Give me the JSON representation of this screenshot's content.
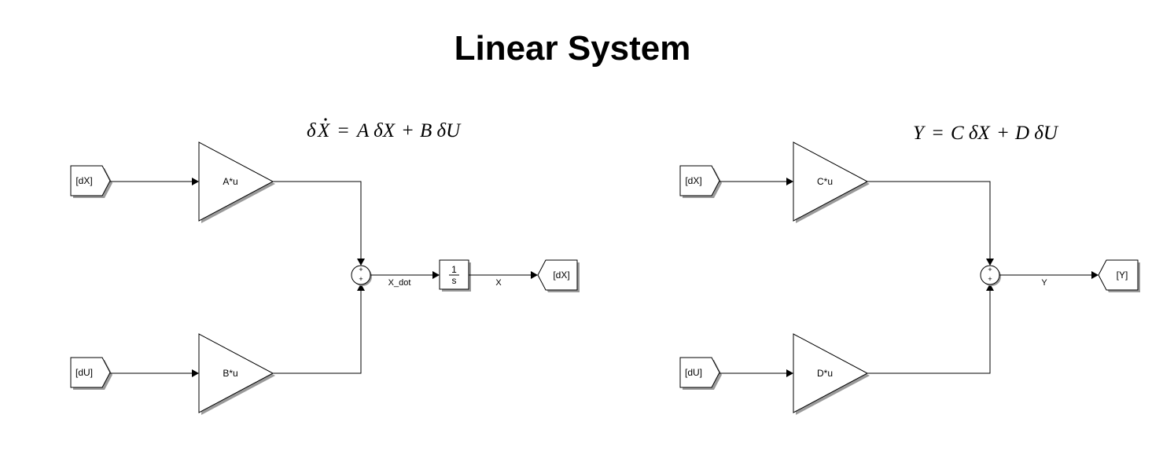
{
  "title": "Linear System",
  "state_equation": {
    "lhs_delta": "δ",
    "lhs_var": "X",
    "eq_sign": "=",
    "term1": "A δX",
    "plus": "+",
    "term2": "B δU"
  },
  "output_equation": {
    "lhs_var": "Y",
    "eq_sign": "=",
    "term1": "C δX",
    "plus": "+",
    "term2": "D δU"
  },
  "state_subsystem": {
    "from_dx": "[dX]",
    "from_du": "[dU]",
    "gain_a": "A*u",
    "gain_b": "B*u",
    "sum_signs": [
      "+",
      "+"
    ],
    "signal_xdot": "X_dot",
    "integrator_num": "1",
    "integrator_den": "s",
    "signal_x": "X",
    "goto_dx": "[dX]"
  },
  "output_subsystem": {
    "from_dx": "[dX]",
    "from_du": "[dU]",
    "gain_c": "C*u",
    "gain_d": "D*u",
    "sum_signs": [
      "+",
      "+"
    ],
    "signal_y": "Y",
    "goto_y": "[Y]"
  }
}
